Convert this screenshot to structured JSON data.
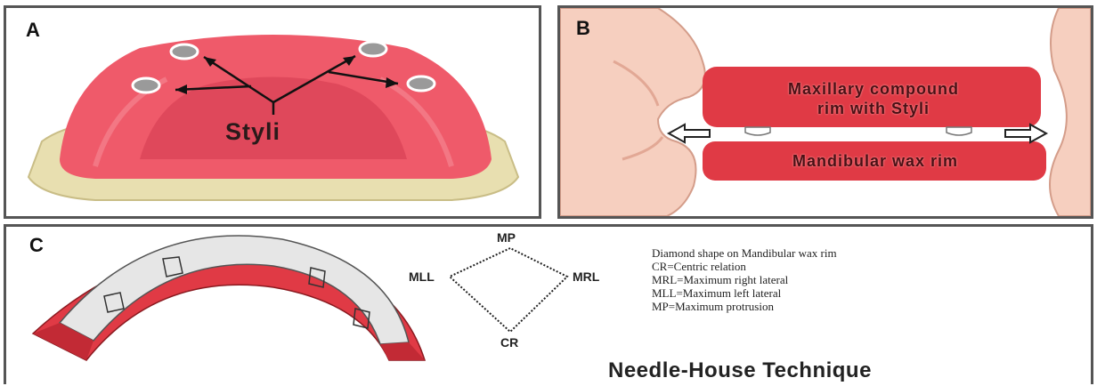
{
  "panels": {
    "a": {
      "letter": "A",
      "label": "Styli"
    },
    "b": {
      "letter": "B",
      "upper_rim_line1": "Maxillary compound",
      "upper_rim_line2": "rim with Styli",
      "lower_rim": "Mandibular wax rim"
    },
    "c": {
      "letter": "C",
      "diamond": {
        "top": "MP",
        "left": "MLL",
        "right": "MRL",
        "bottom": "CR"
      },
      "legend": [
        "Diamond shape on Mandibular wax rim",
        "CR=Centric relation",
        "MRL=Maximum right lateral",
        "MLL=Maximum left lateral",
        "MP=Maximum protrusion"
      ],
      "technique_title": "Needle-House Technique"
    }
  },
  "colors": {
    "wax_red": "#e03a45",
    "denture_pink": "#ef5a6a",
    "base_yellow": "#e8dfb0",
    "skin": "#f6cfbf",
    "gray_dot": "#9a9a9a"
  }
}
